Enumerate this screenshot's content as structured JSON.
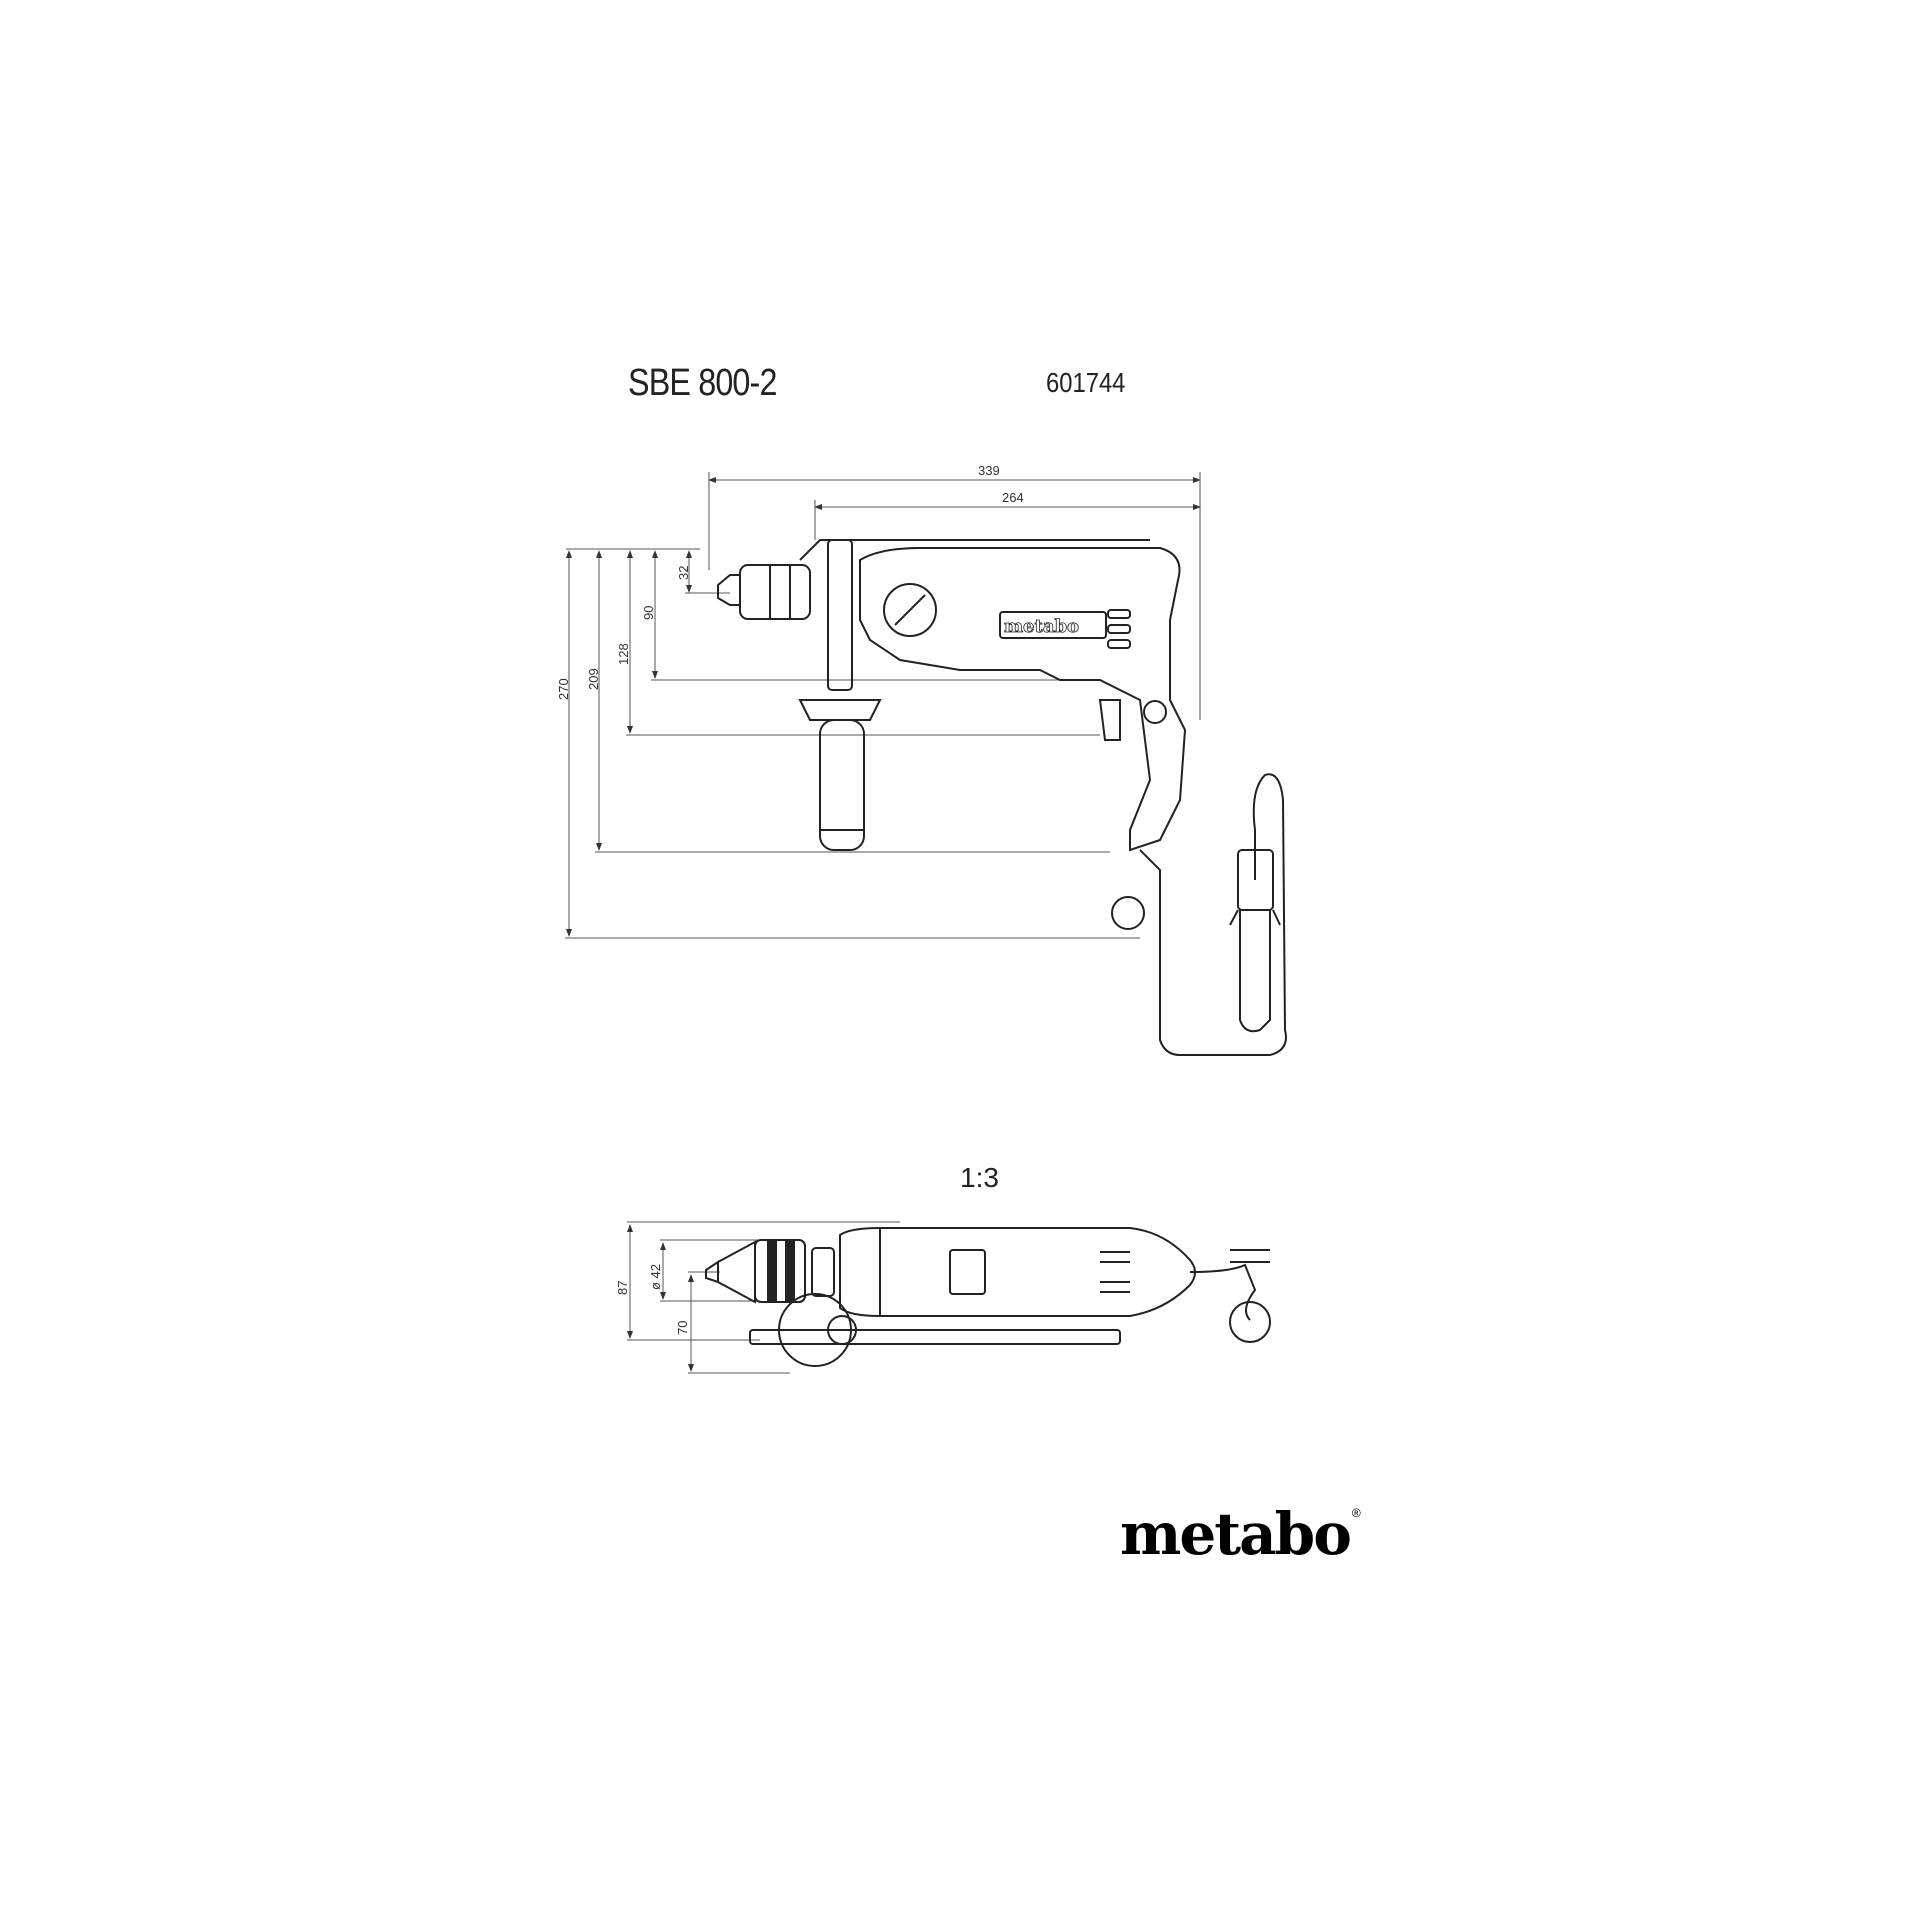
{
  "header": {
    "model": "SBE 800-2",
    "part_number": "601744"
  },
  "side_view": {
    "dimensions": {
      "overall_length": "339",
      "body_length": "264",
      "chuck_offset": "32",
      "h_90": "90",
      "h_128": "128",
      "h_209": "209",
      "overall_height": "270"
    },
    "body_label": "metabo"
  },
  "top_view": {
    "scale": "1:3",
    "dimensions": {
      "width": "87",
      "chuck_diameter": "ø 42",
      "handle_offset": "70"
    }
  },
  "footer": {
    "brand": "metabo",
    "registered_mark": "®"
  }
}
